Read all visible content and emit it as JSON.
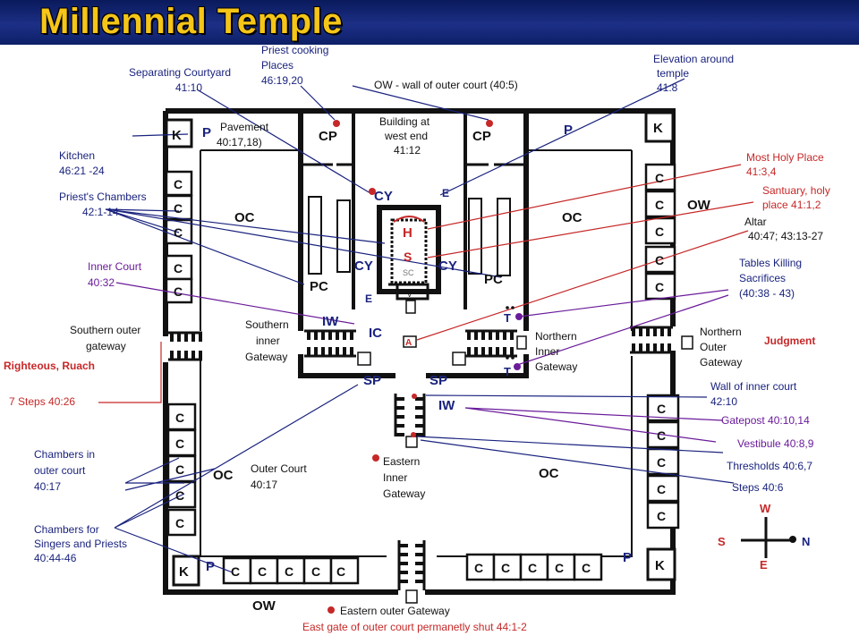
{
  "title": "Millennial Temple",
  "labels": {
    "priest_cooking": [
      "Priest cooking",
      "Places",
      "46:19,20"
    ],
    "separating": [
      "Separating Courtyard",
      "41:10"
    ],
    "ow_top": "OW - wall of outer court (40:5)",
    "elevation": [
      "Elevation around",
      "temple",
      "41:8"
    ],
    "kitchen": [
      "Kitchen",
      "46:21 -24"
    ],
    "priests_chambers": [
      "Priest's Chambers",
      "42:1-14"
    ],
    "inner_court": [
      "Inner Court",
      "40:32"
    ],
    "southern_outer": [
      "Southern outer",
      "gateway"
    ],
    "righteous": "Righteous, Ruach",
    "seven_steps": "7 Steps 40:26",
    "chambers_outer": [
      "Chambers in",
      "outer court",
      "40:17"
    ],
    "chambers_singers": [
      "Chambers for",
      "Singers and Priests",
      "40:44-46"
    ],
    "most_holy": [
      "Most Holy Place",
      "41:3,4"
    ],
    "sanctuary": [
      "Santuary, holy",
      "place 41:1,2"
    ],
    "altar": [
      "Altar",
      "40:47; 43:13-27"
    ],
    "tables": [
      "Tables Killing",
      "Sacrifices",
      "(40:38 - 43)"
    ],
    "judgment": "Judgment",
    "northern_outer": [
      "Northern",
      "Outer",
      "Gateway"
    ],
    "wall_inner": [
      "Wall of inner court",
      "42:10"
    ],
    "gatepost": "Gatepost 40:10,14",
    "vestibule": "Vestibule  40:8,9",
    "thresholds": "Thresholds 40:6,7",
    "steps": "Steps 40:6",
    "pavement": [
      "Pavement",
      "40:17,18)"
    ],
    "building_west": [
      "Building at",
      "west end",
      "41:12"
    ],
    "southern_inner": [
      "Southern",
      "inner",
      "Gateway"
    ],
    "northern_inner": [
      "Northern",
      "Inner",
      "Gateway"
    ],
    "eastern_inner": [
      "Eastern",
      "Inner",
      "Gateway"
    ],
    "outer_court": [
      "Outer Court",
      "40:17"
    ],
    "eastern_outer": "Eastern outer  Gateway",
    "east_gate": "East gate of outer court permanetly shut 44:1-2"
  },
  "codes": {
    "K": "K",
    "P": "P",
    "C": "C",
    "CP": "CP",
    "CY": "CY",
    "E": "E",
    "PC": "PC",
    "IW": "IW",
    "IC": "IC",
    "SP": "SP",
    "OC": "OC",
    "OW": "OW",
    "H": "H",
    "S": "S",
    "SC": "SC",
    "A": "A",
    "T": "T",
    "V": "V"
  },
  "compass": {
    "W": "W",
    "S": "S",
    "N": "N",
    "E": "E"
  },
  "colors": {
    "blue_label": "#1a237e",
    "red_label": "#c62828",
    "purple_label": "#6a1b9a",
    "title": "#f5c518",
    "wall": "#111111"
  }
}
